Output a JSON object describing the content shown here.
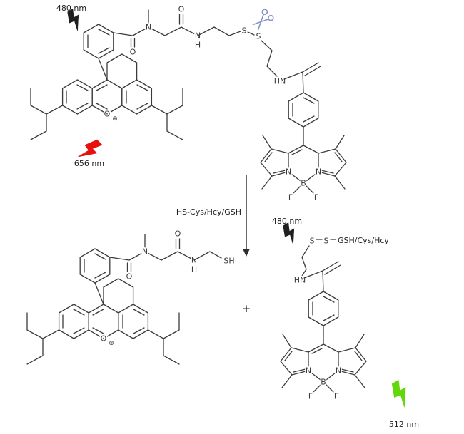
{
  "scheme": {
    "top": {
      "excitation": "480 nm",
      "emission": "656 nm"
    },
    "arrow": {
      "reagent": "HS-Cys/Hcy/GSH"
    },
    "bottom": {
      "excitation": "480 nm",
      "emission": "512 nm",
      "thiol_adduct": "GSH/Cys/Hcy",
      "plus": "+"
    }
  },
  "atoms": {
    "N": "N",
    "H": "H",
    "HN": "HN",
    "O": "O",
    "S": "S",
    "SH": "SH",
    "B": "B",
    "F": "F",
    "oxocarbenium_plus": "⊕"
  },
  "colors": {
    "background": "#ffffff",
    "bond": "#3b3b3b",
    "excitation_bolt": "#1f1f1f",
    "emission_red": "#e8100c",
    "emission_green": "#62d80b",
    "scissors": "#8494c8"
  }
}
